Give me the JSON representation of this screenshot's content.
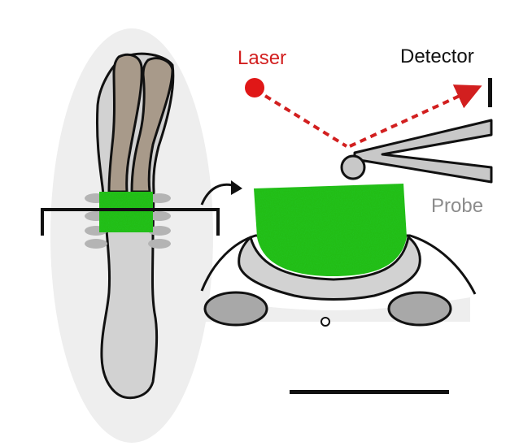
{
  "labels": {
    "laser": "Laser",
    "detector": "Detector",
    "probe": "Probe"
  },
  "colors": {
    "laser_red": "#d21f1f",
    "label_dark": "#111111",
    "label_grey": "#8c8c8c",
    "fluorescent_green": "#22c41a",
    "gut_brown": "#a89a8a",
    "body_grey": "#d2d2d2",
    "background_ellipse": "#eeeeee"
  }
}
